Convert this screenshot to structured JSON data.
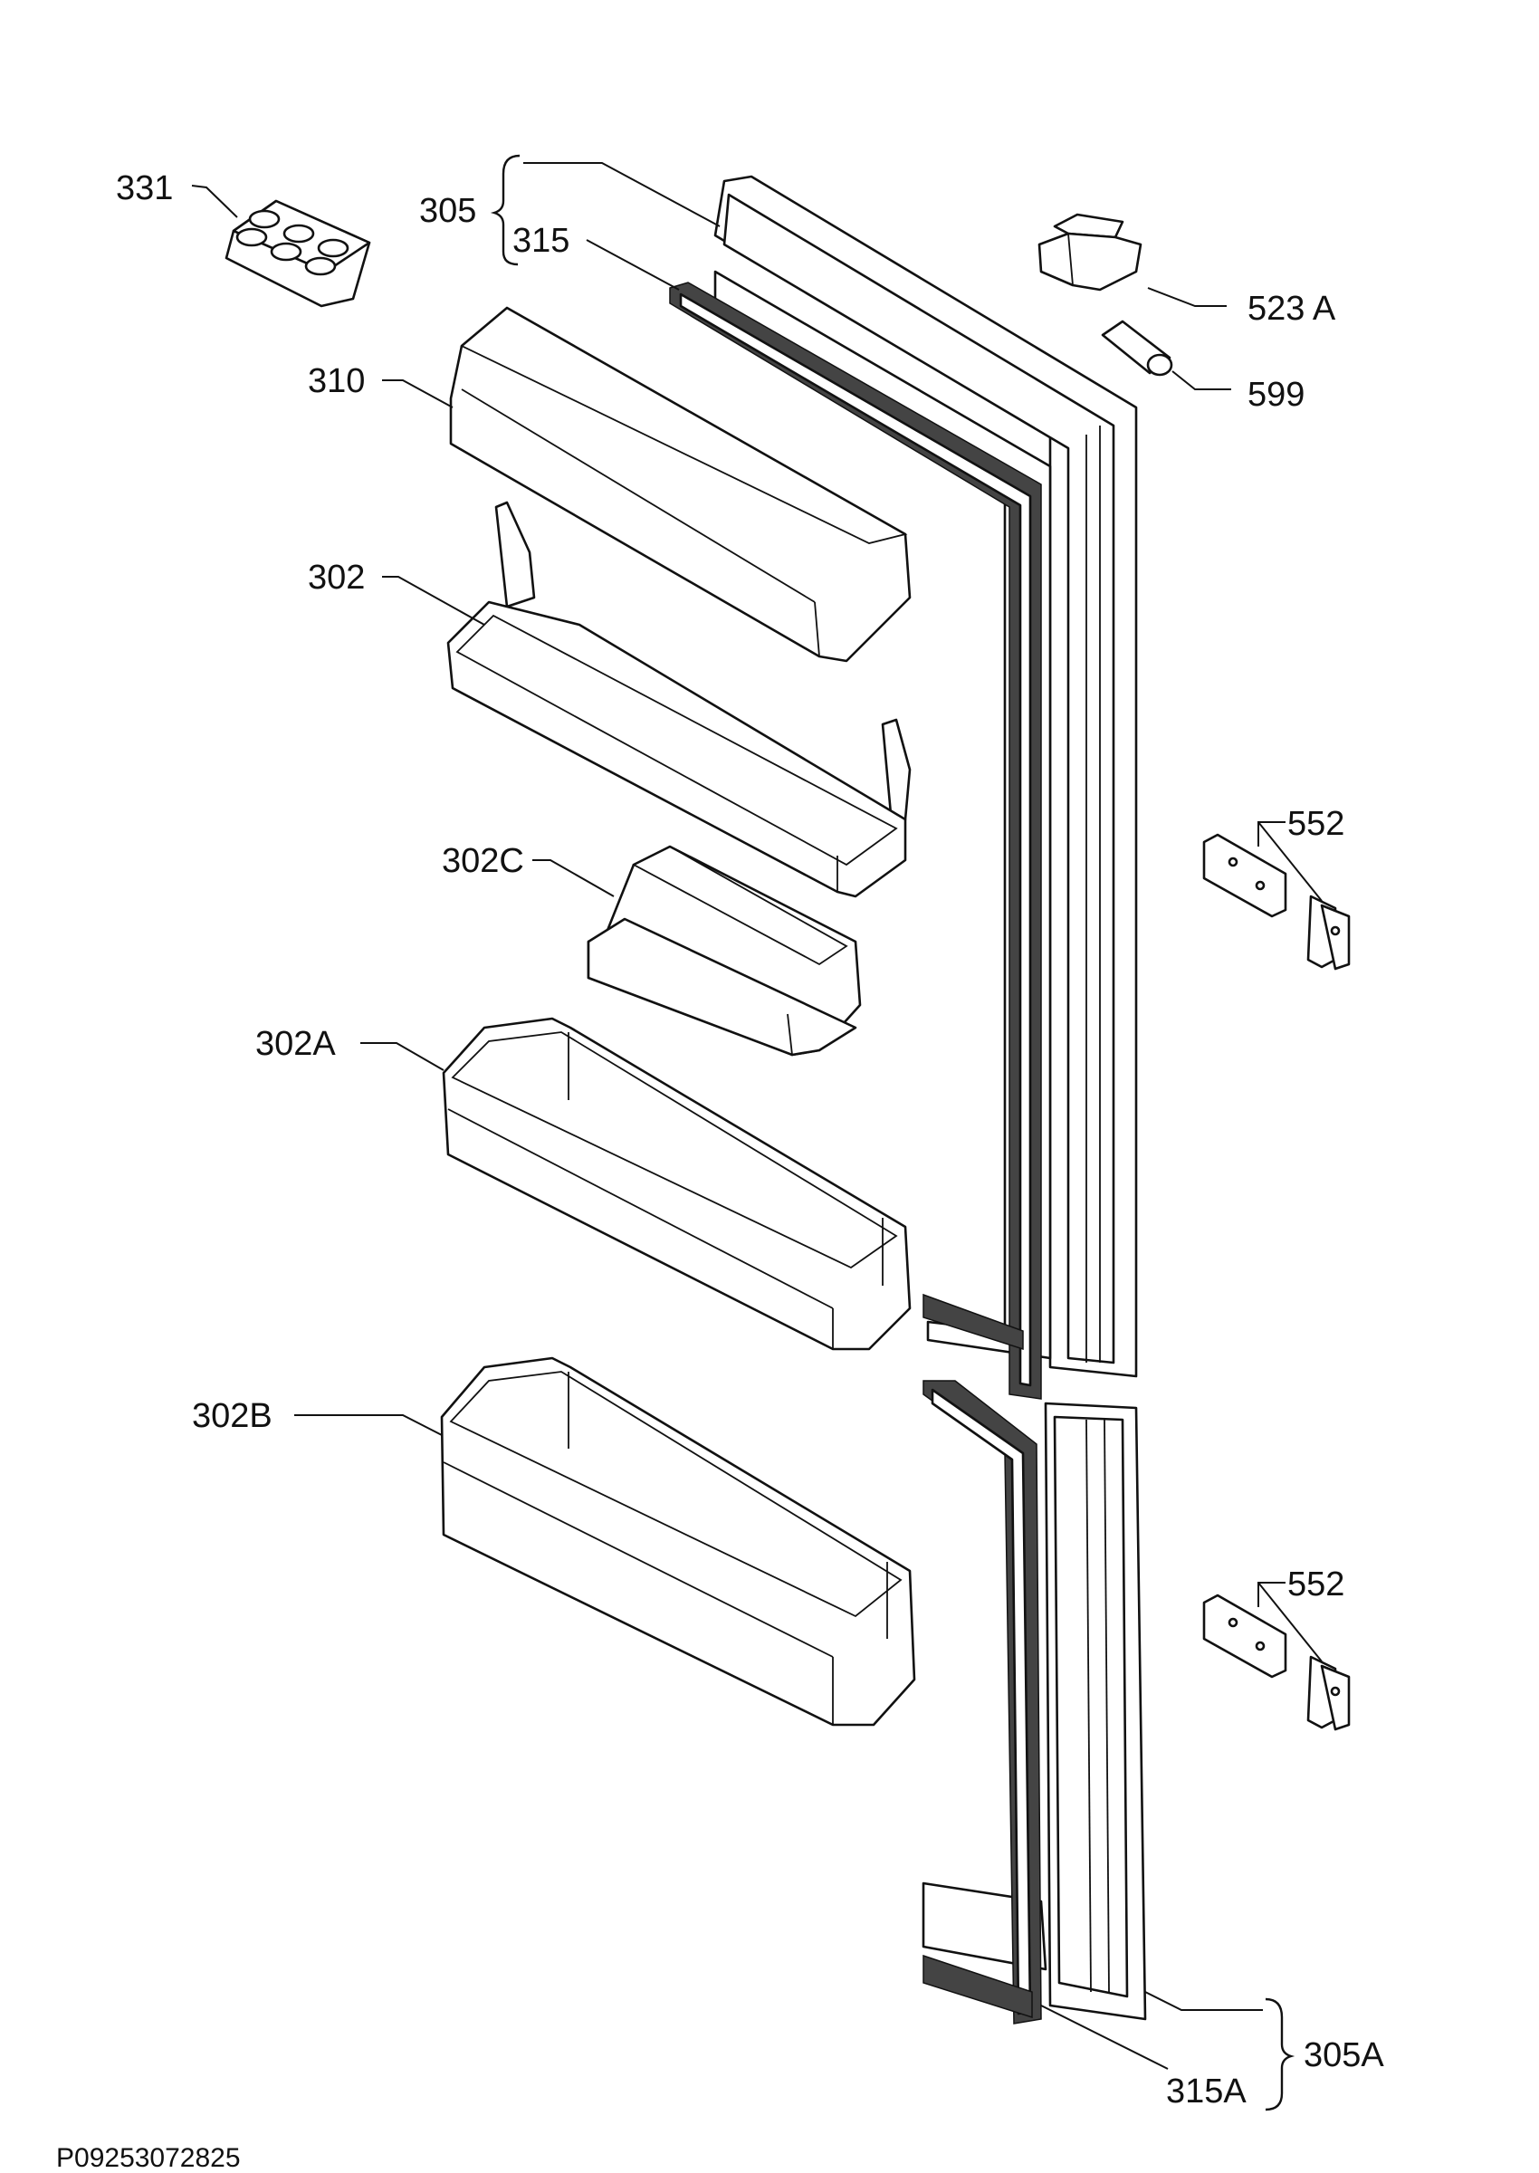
{
  "diagram": {
    "type": "exploded-parts-view",
    "drawing_code": "P09253072825",
    "labels": [
      {
        "id": "331",
        "text": "331"
      },
      {
        "id": "305",
        "text": "305"
      },
      {
        "id": "315",
        "text": "315"
      },
      {
        "id": "523A",
        "text": "523 A"
      },
      {
        "id": "599",
        "text": "599"
      },
      {
        "id": "310",
        "text": "310"
      },
      {
        "id": "302",
        "text": "302"
      },
      {
        "id": "302C",
        "text": "302C"
      },
      {
        "id": "552a",
        "text": "552"
      },
      {
        "id": "302A",
        "text": "302A"
      },
      {
        "id": "302B",
        "text": "302B"
      },
      {
        "id": "552b",
        "text": "552"
      },
      {
        "id": "305A",
        "text": "305A"
      },
      {
        "id": "315A",
        "text": "315A"
      }
    ]
  }
}
